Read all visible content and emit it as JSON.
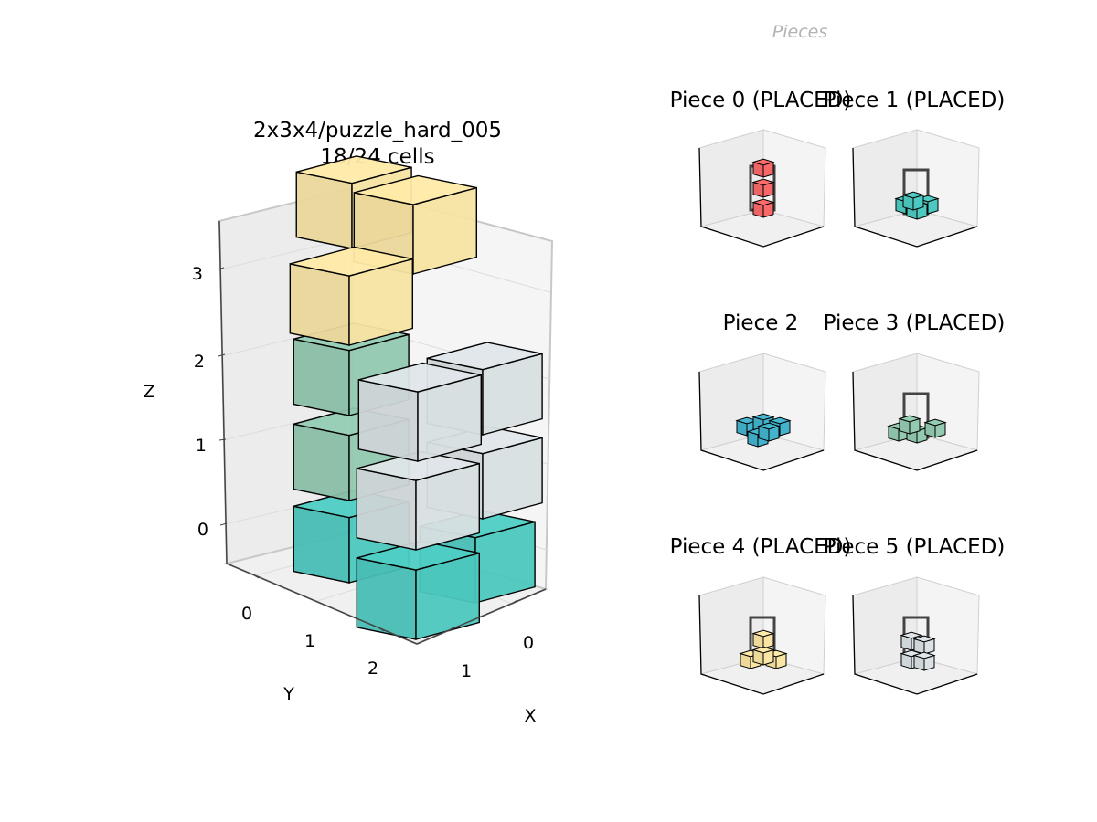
{
  "main": {
    "title_line1": "2x3x4/puzzle_hard_005",
    "title_line2": "18/24 cells",
    "axes": {
      "x_label": "X",
      "y_label": "Y",
      "z_label": "Z",
      "x_ticks": [
        "0",
        "1"
      ],
      "y_ticks": [
        "0",
        "1",
        "2"
      ],
      "z_ticks": [
        "0",
        "1",
        "2",
        "3"
      ]
    }
  },
  "pieces_header": "Pieces",
  "pieces": [
    {
      "title": "Piece 0 (PLACED)",
      "color": "#ff6b6b"
    },
    {
      "title": "Piece 1 (PLACED)",
      "color": "#4ecdc4"
    },
    {
      "title": "Piece 2",
      "color": "#45b7d1"
    },
    {
      "title": "Piece 3 (PLACED)",
      "color": "#96ceb4"
    },
    {
      "title": "Piece 4 (PLACED)",
      "color": "#ffeaa7"
    },
    {
      "title": "Piece 5 (PLACED)",
      "color": "#dfe6e9"
    }
  ],
  "colors": {
    "turquoise": "#4ecdc4",
    "mint": "#96ceb4",
    "pale_grey": "#dfe6e9",
    "butter": "#ffeaa7",
    "coral": "#ff6b6b",
    "sky": "#45b7d1"
  }
}
